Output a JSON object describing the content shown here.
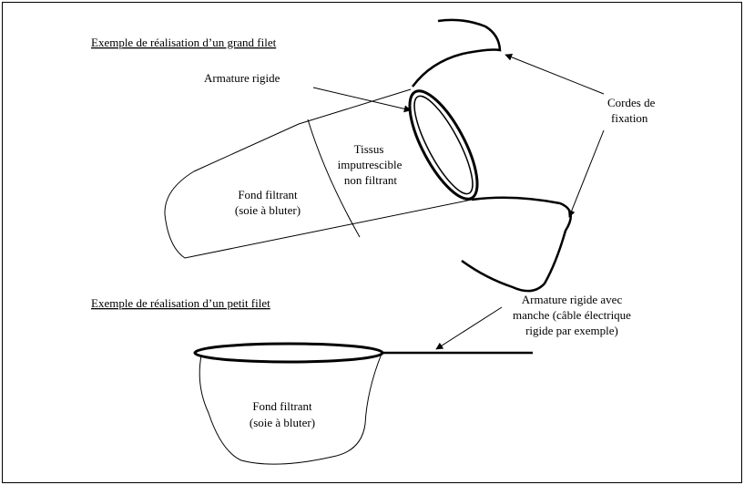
{
  "big_net": {
    "title": "Exemple de réalisation d’un grand filet",
    "rigid_frame_label": "Armature rigide",
    "cords_line1": "Cordes de",
    "cords_line2": "fixation",
    "tissue_line1": "Tissus",
    "tissue_line2": "imputrescible",
    "tissue_line3": "non filtrant",
    "bottom_line1": "Fond filtrant",
    "bottom_line2": "(soie à bluter)"
  },
  "small_net": {
    "title": "Exemple de réalisation d’un petit filet",
    "frame_line1": "Armature rigide avec",
    "frame_line2": "manche (câble électrique",
    "frame_line3": "rigide par exemple)",
    "bottom_line1": "Fond filtrant",
    "bottom_line2": "(soie à bluter)"
  }
}
